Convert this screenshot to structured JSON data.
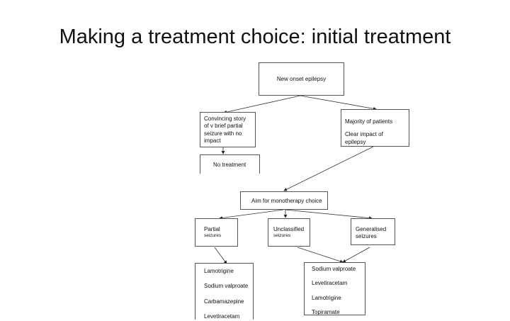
{
  "title": "Making a treatment choice: initial treatment",
  "nodes": {
    "new_onset": "New onset epilepsy",
    "convincing": "Convincing story of v brief partial seizure with no impact",
    "no_treatment": "No treatment",
    "majority": "Majority of patients",
    "clear_impact": "Clear impact of  epilepsy",
    "aim": "Aim for monotherapy choice",
    "partial": "Partial",
    "partial_sub": "seizures",
    "unclassified": "Unclassified",
    "unclassified_sub": "seizures",
    "generalized": "Generalised",
    "generalized_sub": "seizures",
    "partial_drugs": [
      "Lamotrigine",
      "Sodium valproate",
      "Carbamazepine",
      "Levetiracetam"
    ],
    "general_drugs": [
      "Sodium valproate",
      "Levetiracetam",
      "Lamotrigine",
      "Topiramate"
    ]
  }
}
